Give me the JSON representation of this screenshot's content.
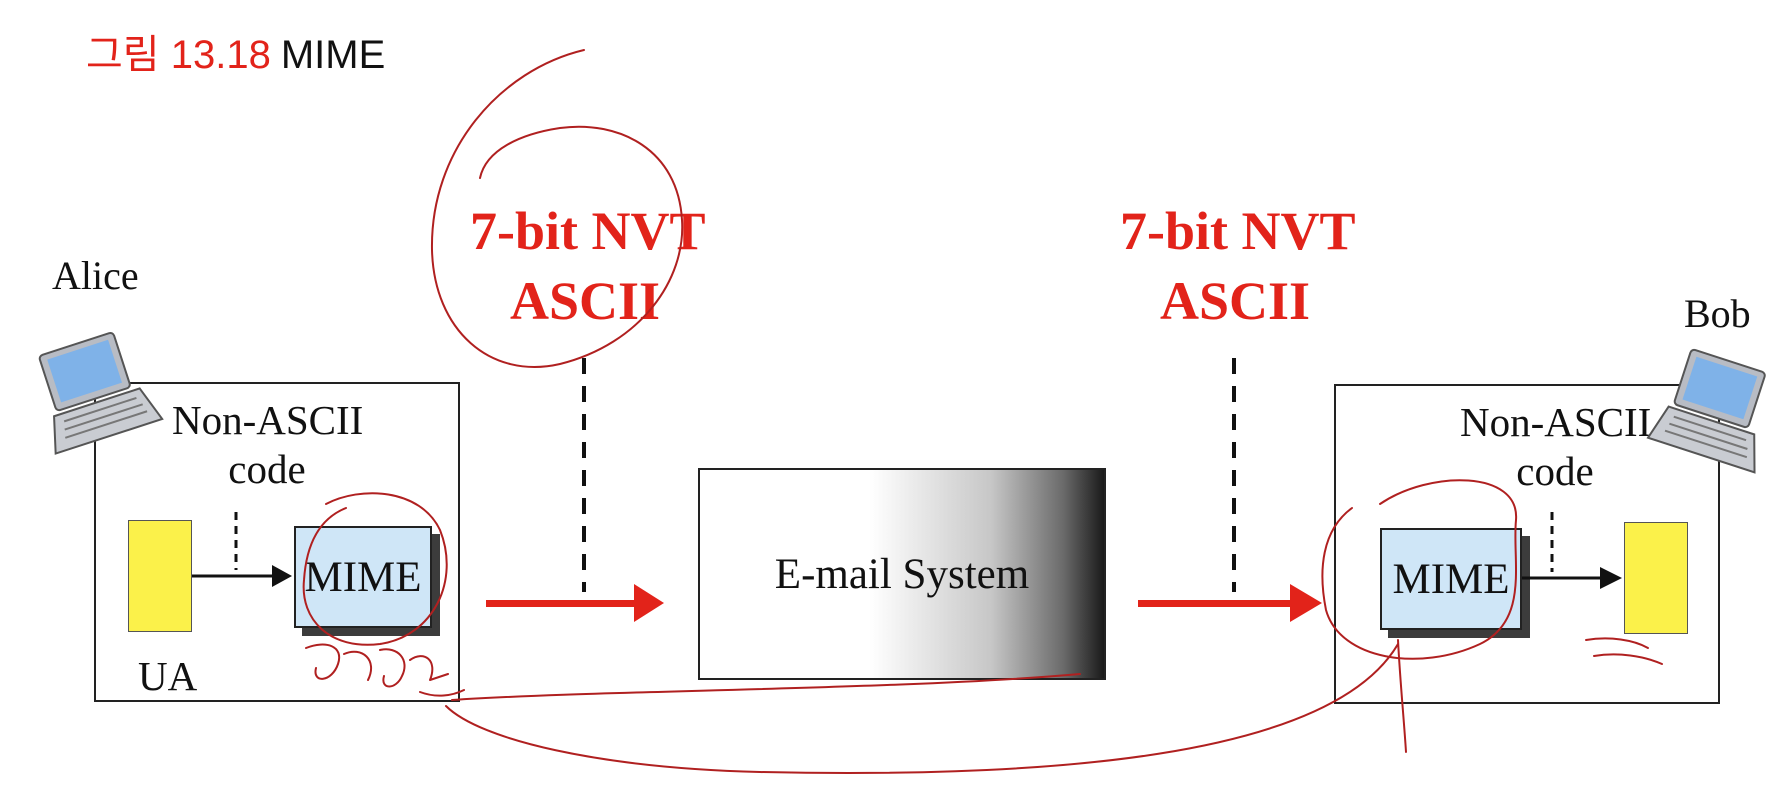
{
  "caption": {
    "figure_label": "그림 13.18",
    "title": "MIME"
  },
  "sender": {
    "name": "Alice",
    "code_label_1": "Non-ASCII",
    "code_label_2": "code",
    "mime_label": "MIME",
    "ua_label": "UA"
  },
  "receiver": {
    "name": "Bob",
    "code_label_1": "Non-ASCII",
    "code_label_2": "code",
    "mime_label": "MIME"
  },
  "transport_left": {
    "line1": "7-bit NVT",
    "line2": "ASCII"
  },
  "transport_right": {
    "line1": "7-bit NVT",
    "line2": "ASCII"
  },
  "email_system": {
    "label": "E-mail System"
  },
  "colors": {
    "accent": "#e2231a",
    "ua_fill": "#fbf14a",
    "mime_fill": "#cfe6f7",
    "annotation_ink": "#b02020"
  },
  "icons": [
    "laptop-icon",
    "laptop-icon"
  ]
}
